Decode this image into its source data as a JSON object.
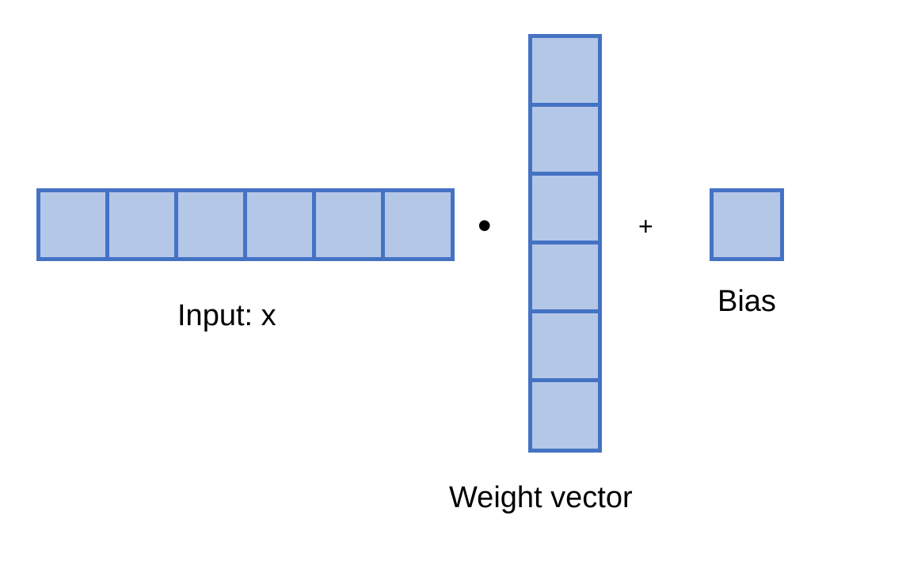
{
  "diagram": {
    "input": {
      "label": "Input: x",
      "cells": 6
    },
    "dot_operator": "•",
    "weight": {
      "label": "Weight vector",
      "cells": 6
    },
    "plus_operator": "+",
    "bias": {
      "label": "Bias",
      "cells": 1
    },
    "colors": {
      "cell_fill": "#b4c7e7",
      "cell_border": "#4472c4",
      "text": "#000000",
      "background": "#ffffff"
    }
  }
}
